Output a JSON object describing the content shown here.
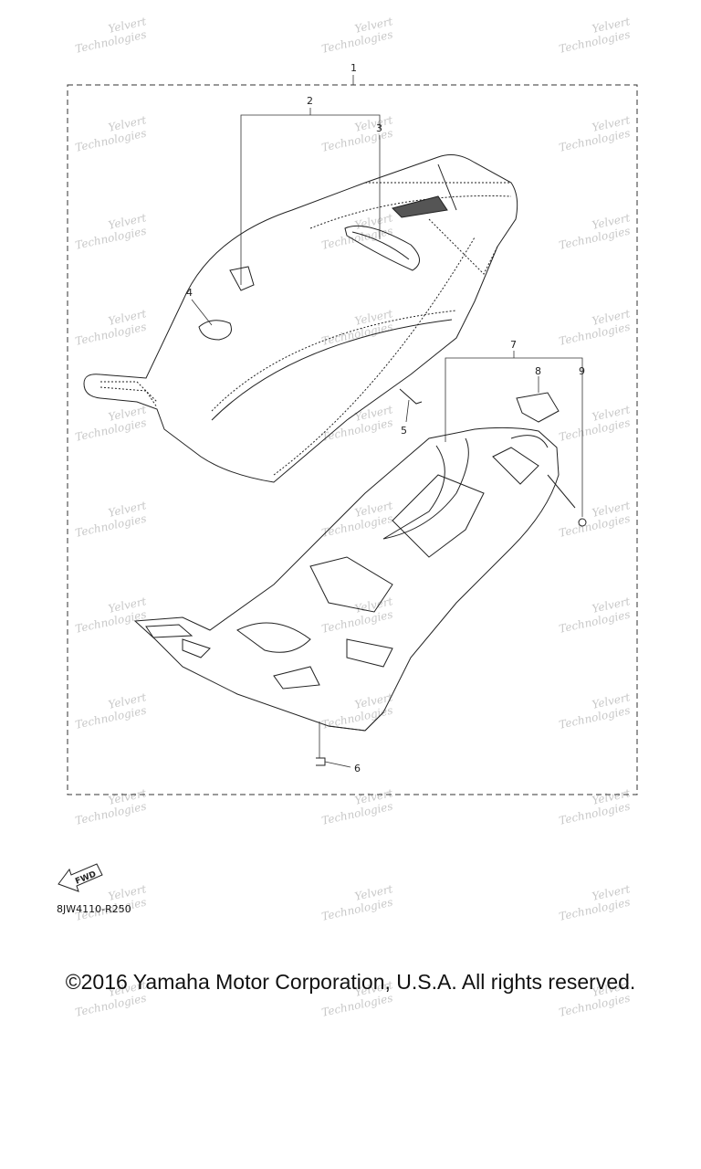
{
  "callouts": {
    "c1": "1",
    "c2": "2",
    "c3": "3",
    "c4": "4",
    "c5": "5",
    "c6": "6",
    "c7": "7",
    "c8": "8",
    "c9": "9"
  },
  "fwd_badge": "FWD",
  "diagram_code": "8JW4110-R250",
  "watermark": {
    "line1": "Yelvert",
    "line2": "Technologies"
  },
  "copyright": "©2016 Yamaha Motor Corporation, U.S.A. All rights reserved.",
  "colors": {
    "line": "#222222",
    "watermark": "#c8c8c8",
    "background": "#ffffff"
  }
}
